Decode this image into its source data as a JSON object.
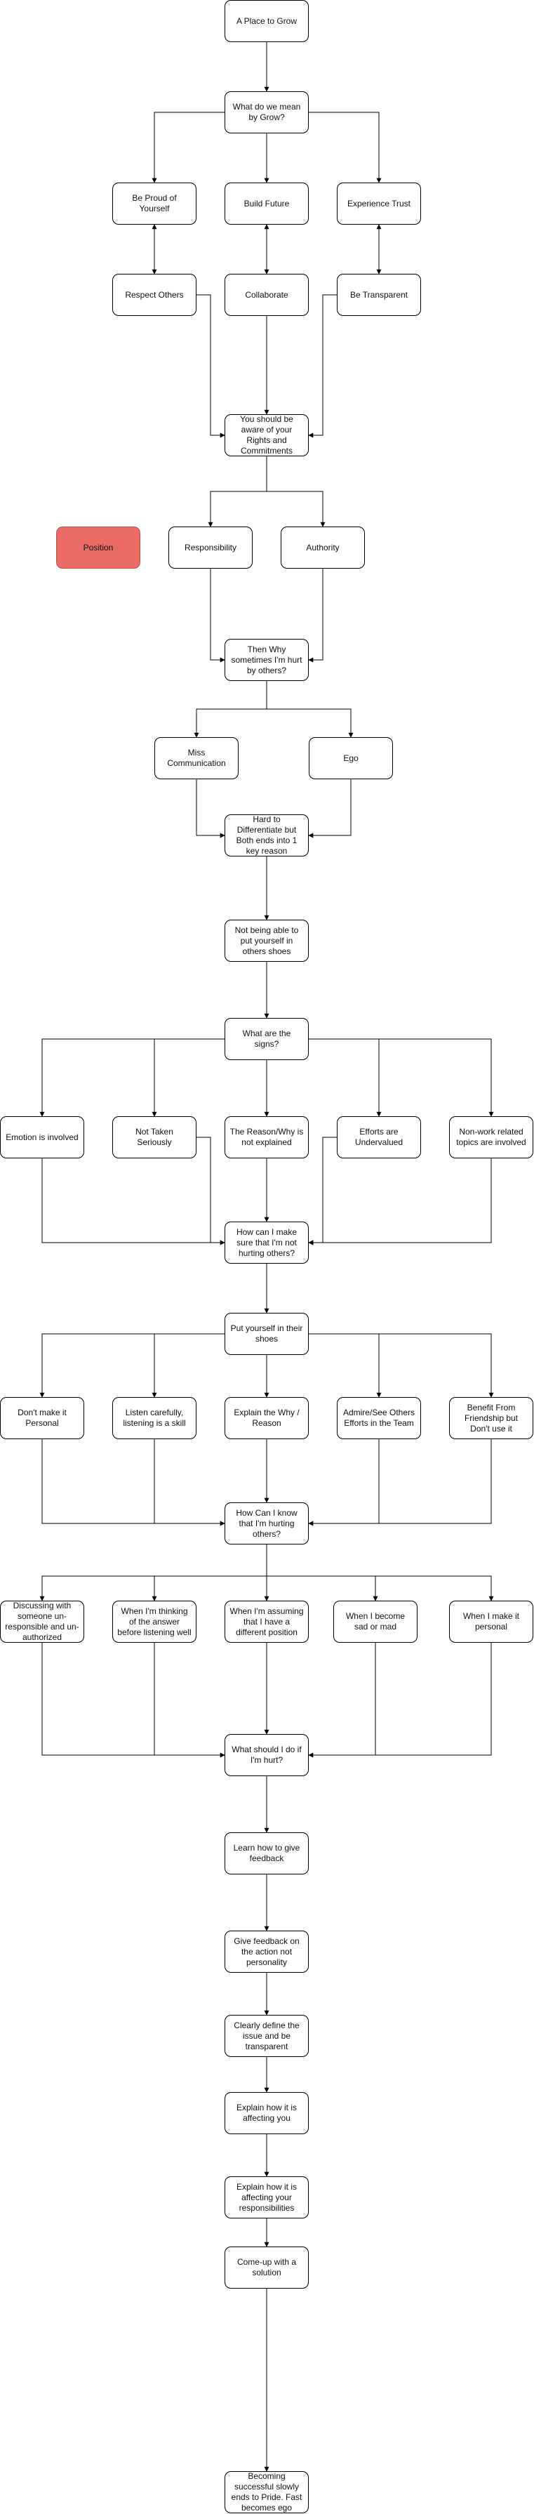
{
  "nodes": {
    "grow": "A Place to Grow",
    "mean": "What do we mean by Grow?",
    "proud": "Be Proud of Yourself",
    "future": "Build Future",
    "trust": "Experience Trust",
    "respect": "Respect Others",
    "collab": "Collaborate",
    "transparent": "Be Transparent",
    "aware": "You should be aware of your Rights and Commitments",
    "position": "Position",
    "responsibility": "Responsibility",
    "authority": "Authority",
    "hurt": "Then Why sometimes I'm hurt by others?",
    "miss": "Miss Communication",
    "ego": "Ego",
    "diff": "Hard to Differentiate but Both ends into 1 key reason",
    "shoes": "Not being able to put yourself in others shoes",
    "signs": "What are the signs?",
    "emotion": "Emotion is involved",
    "serious": "Not Taken Seriously",
    "reason": "The Reason/Why is not explained",
    "efforts": "Efforts are Undervalued",
    "nonwork": "Non-work related topics are involved",
    "make_sure": "How can I make sure that I'm not hurting others?",
    "put": "Put yourself in their shoes",
    "personal": "Don't make it Personal",
    "listen": "Listen carefully, listening is a skill",
    "explain_why": "Explain the Why / Reason",
    "admire": "Admire/See Others Efforts in the Team",
    "benefit": "Benefit From Friendship but Don't use it",
    "know": "How Can I know that I'm hurting others?",
    "discuss": "Discussing with someone un-responsible and un-authorized",
    "thinking": "When I'm thinking of the answer before listening well",
    "assuming": "When I'm assuming that I have a different position",
    "sad": "When I become sad or mad",
    "make_personal": "When I make it personal",
    "do_hurt": "What should I do if I'm hurt?",
    "learn": "Learn how to give feedback",
    "action": "Give feedback on the action not personality",
    "define": "Clearly define the issue and be transparent",
    "affect_you": "Explain how it is affecting you",
    "affect_resp": "Explain how it is affecting your responsibilities",
    "solution": "Come-up with a solution",
    "successful": "Becoming successful slowly ends to Pride. Fast becomes ego"
  },
  "colors": {
    "highlight_fill": "#ea6b66",
    "highlight_border": "#b85450"
  }
}
